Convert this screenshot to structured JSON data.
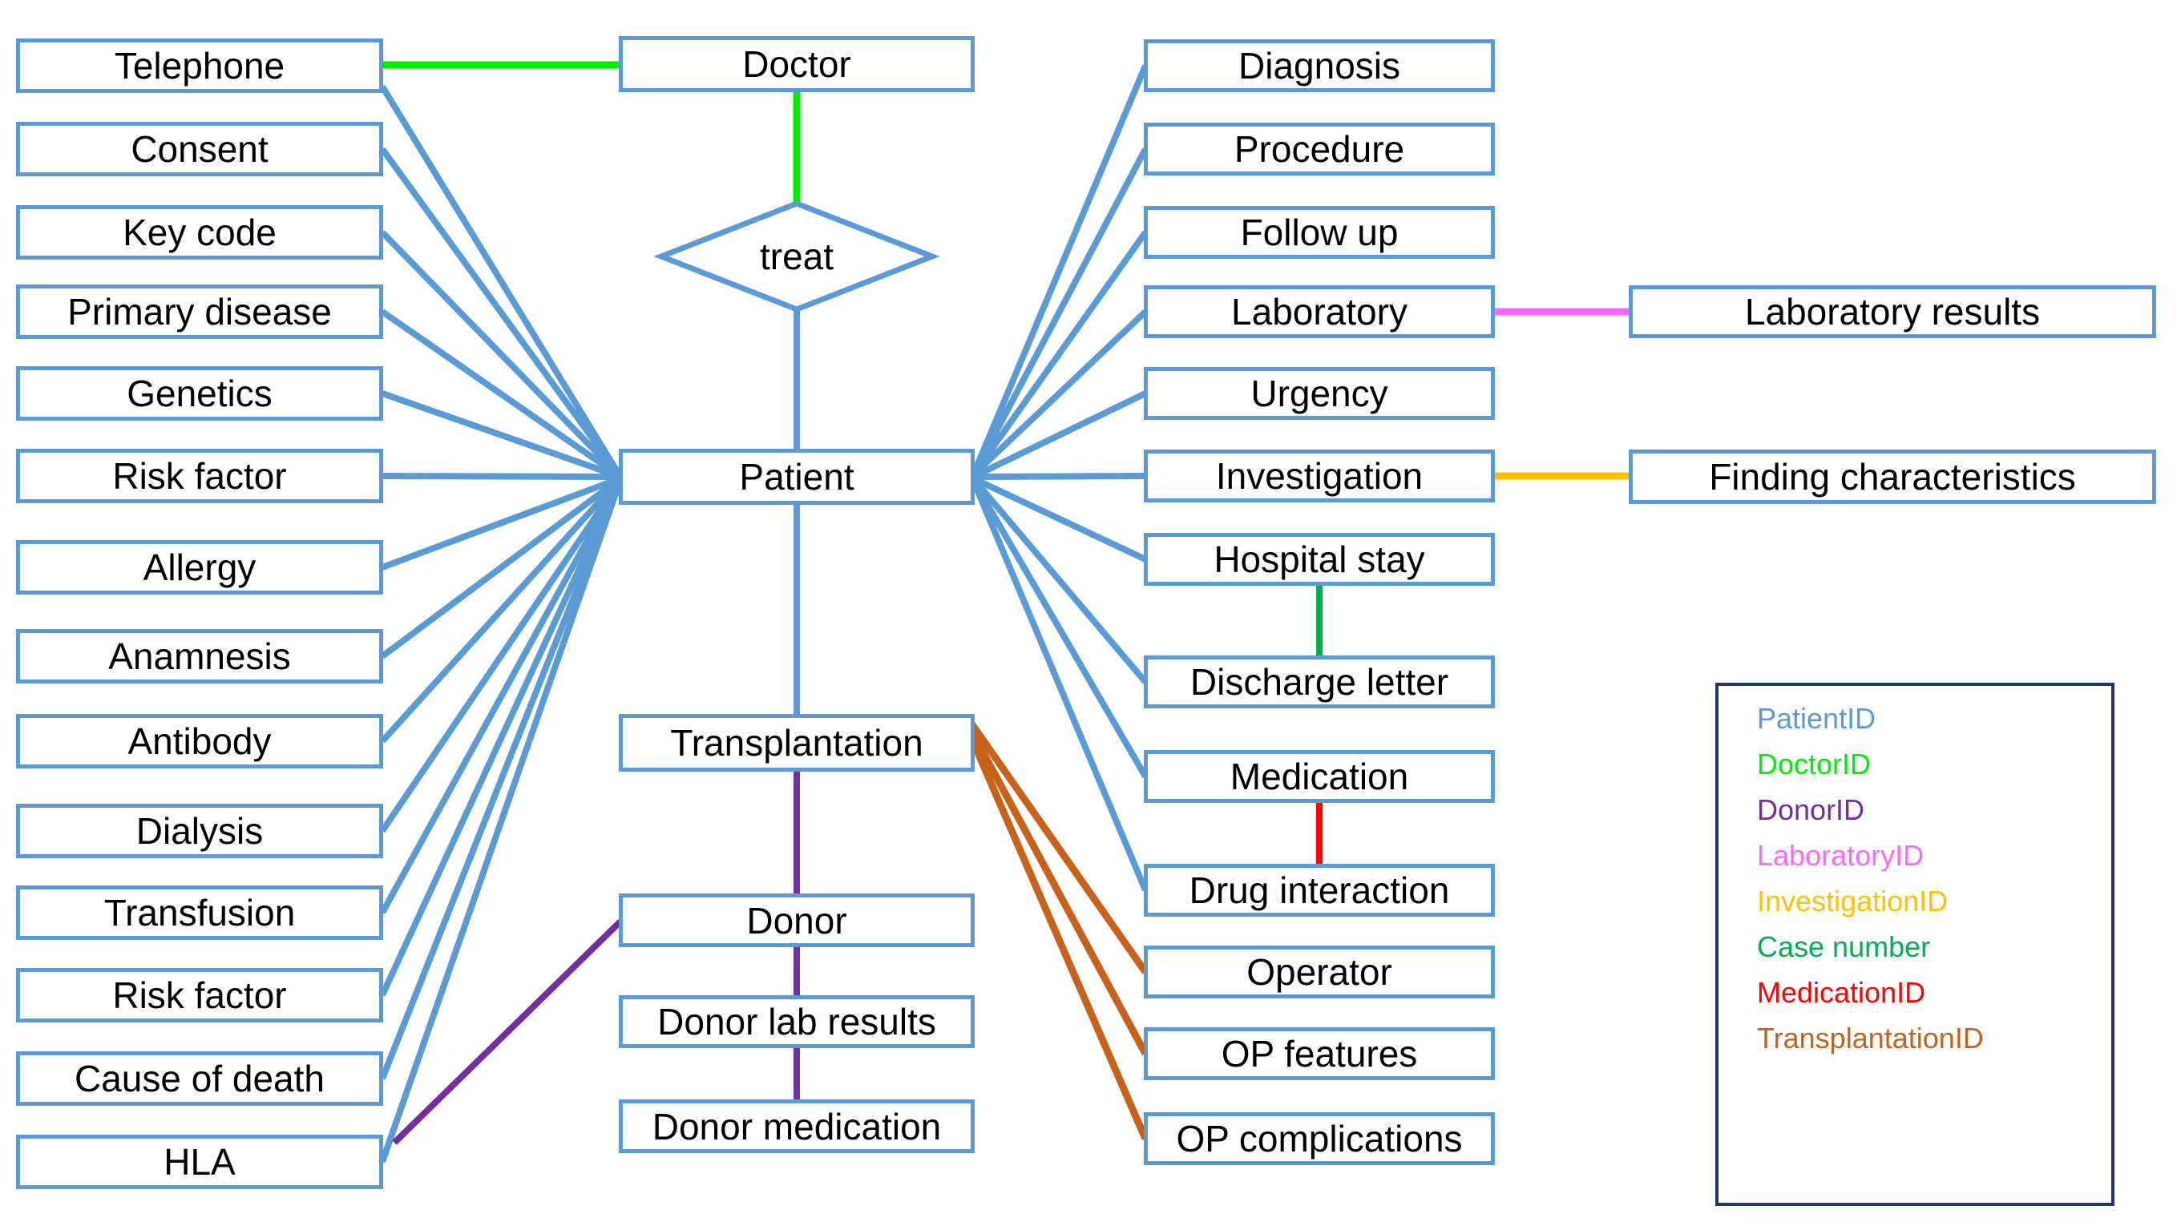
{
  "diagram_type": "entity-relationship-diagram",
  "colors": {
    "entity_border": "#5B9BD5",
    "patient_id_line": "#5B9BD5",
    "doctor_id_line": "#00EE00",
    "donor_id_line": "#7030A0",
    "laboratory_id_line": "#FF66FF",
    "investigation_id_line": "#FFC000",
    "case_number_line": "#00B050",
    "medication_id_line": "#FF0000",
    "transplantation_id_line": "#C8611A",
    "legend_border": "#203864",
    "text": "#000000"
  },
  "left_attributes": [
    "Telephone",
    "Consent",
    "Key code",
    "Primary disease",
    "Genetics",
    "Risk factor",
    "Allergy",
    "Anamnesis",
    "Antibody",
    "Dialysis",
    "Transfusion",
    "Risk factor",
    "Cause of death",
    "HLA"
  ],
  "center": {
    "doctor": "Doctor",
    "treat": "treat",
    "patient": "Patient",
    "transplantation": "Transplantation",
    "donor": "Donor",
    "donor_lab_results": "Donor lab results",
    "donor_medication": "Donor medication"
  },
  "right_attributes": [
    "Diagnosis",
    "Procedure",
    "Follow up",
    "Laboratory",
    "Urgency",
    "Investigation",
    "Hospital stay",
    "Discharge letter",
    "Medication",
    "Drug interaction",
    "Operator",
    "OP features",
    "OP complications"
  ],
  "far_right": {
    "laboratory_results": "Laboratory results",
    "finding_characteristics": "Finding characteristics"
  },
  "legend": {
    "items": [
      {
        "label": "PatientID",
        "color": "#5B9BD5"
      },
      {
        "label": "DoctorID",
        "color": "#00EE00"
      },
      {
        "label": "DonorID",
        "color": "#7030A0"
      },
      {
        "label": "LaboratoryID",
        "color": "#FF66FF"
      },
      {
        "label": "InvestigationID",
        "color": "#FFC000"
      },
      {
        "label": "Case number",
        "color": "#00B050"
      },
      {
        "label": "MedicationID",
        "color": "#FF0000"
      },
      {
        "label": "TransplantationID",
        "color": "#C8611A"
      }
    ]
  },
  "edges": [
    {
      "from": "Telephone",
      "to": "Doctor",
      "key": "DoctorID"
    },
    {
      "from": "Doctor",
      "to": "treat",
      "key": "DoctorID"
    },
    {
      "from": "treat",
      "to": "Patient",
      "key": "PatientID"
    },
    {
      "from": "Telephone",
      "to": "Patient",
      "key": "PatientID"
    },
    {
      "from": "Consent",
      "to": "Patient",
      "key": "PatientID"
    },
    {
      "from": "Key code",
      "to": "Patient",
      "key": "PatientID"
    },
    {
      "from": "Primary disease",
      "to": "Patient",
      "key": "PatientID"
    },
    {
      "from": "Genetics",
      "to": "Patient",
      "key": "PatientID"
    },
    {
      "from": "Risk factor",
      "to": "Patient",
      "key": "PatientID"
    },
    {
      "from": "Allergy",
      "to": "Patient",
      "key": "PatientID"
    },
    {
      "from": "Anamnesis",
      "to": "Patient",
      "key": "PatientID"
    },
    {
      "from": "Antibody",
      "to": "Patient",
      "key": "PatientID"
    },
    {
      "from": "Dialysis",
      "to": "Patient",
      "key": "PatientID"
    },
    {
      "from": "Transfusion",
      "to": "Patient",
      "key": "PatientID"
    },
    {
      "from": "Risk factor (2)",
      "to": "Patient",
      "key": "PatientID"
    },
    {
      "from": "Cause of death",
      "to": "Patient",
      "key": "PatientID"
    },
    {
      "from": "HLA",
      "to": "Patient",
      "key": "PatientID"
    },
    {
      "from": "Diagnosis",
      "to": "Patient",
      "key": "PatientID"
    },
    {
      "from": "Procedure",
      "to": "Patient",
      "key": "PatientID"
    },
    {
      "from": "Follow up",
      "to": "Patient",
      "key": "PatientID"
    },
    {
      "from": "Laboratory",
      "to": "Patient",
      "key": "PatientID"
    },
    {
      "from": "Urgency",
      "to": "Patient",
      "key": "PatientID"
    },
    {
      "from": "Investigation",
      "to": "Patient",
      "key": "PatientID"
    },
    {
      "from": "Hospital stay",
      "to": "Patient",
      "key": "PatientID"
    },
    {
      "from": "Discharge letter",
      "to": "Patient",
      "key": "PatientID"
    },
    {
      "from": "Medication",
      "to": "Patient",
      "key": "PatientID"
    },
    {
      "from": "Drug interaction",
      "to": "Patient",
      "key": "PatientID"
    },
    {
      "from": "Patient",
      "to": "Transplantation",
      "key": "PatientID"
    },
    {
      "from": "Laboratory",
      "to": "Laboratory results",
      "key": "LaboratoryID"
    },
    {
      "from": "Investigation",
      "to": "Finding characteristics",
      "key": "InvestigationID"
    },
    {
      "from": "Hospital stay",
      "to": "Discharge letter",
      "key": "Case number"
    },
    {
      "from": "Medication",
      "to": "Drug interaction",
      "key": "MedicationID"
    },
    {
      "from": "Transplantation",
      "to": "Donor",
      "key": "DonorID"
    },
    {
      "from": "Donor",
      "to": "Donor lab results",
      "key": "DonorID"
    },
    {
      "from": "Donor lab results",
      "to": "Donor medication",
      "key": "DonorID"
    },
    {
      "from": "HLA",
      "to": "Donor",
      "key": "DonorID"
    },
    {
      "from": "Transplantation",
      "to": "Operator",
      "key": "TransplantationID"
    },
    {
      "from": "Transplantation",
      "to": "OP features",
      "key": "TransplantationID"
    },
    {
      "from": "Transplantation",
      "to": "OP complications",
      "key": "TransplantationID"
    }
  ]
}
